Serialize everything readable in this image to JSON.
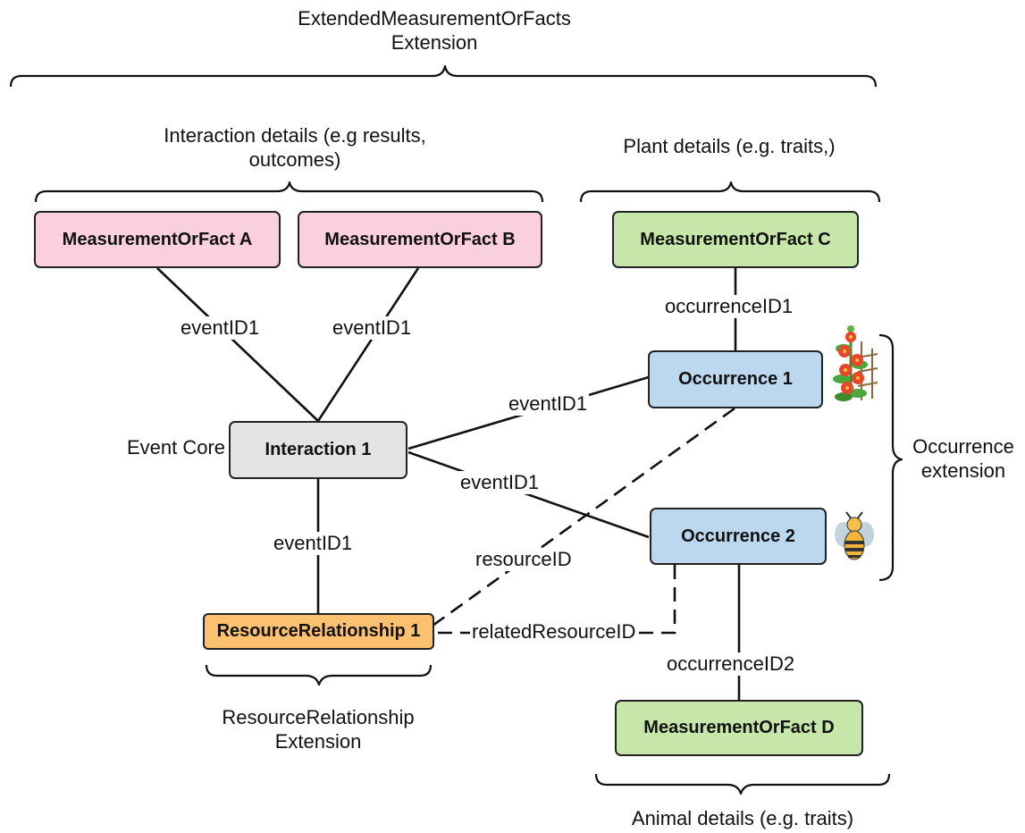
{
  "headings": {
    "emof_line1": "ExtendedMeasurementOrFacts",
    "emof_line2": "Extension",
    "interaction_line1": "Interaction  details (e.g results,",
    "interaction_line2": "outcomes)",
    "plant": "Plant details (e.g. traits,)",
    "event_core": "Event Core",
    "occurrence_line1": "Occurrence",
    "occurrence_line2": "extension",
    "rr_line1": "ResourceRelationship",
    "rr_line2": "Extension",
    "animal": "Animal details (e.g. traits)"
  },
  "boxes": {
    "mof_a": "MeasurementOrFact A",
    "mof_b": "MeasurementOrFact B",
    "mof_c": "MeasurementOrFact C",
    "mof_d": "MeasurementOrFact D",
    "interaction": "Interaction 1",
    "occurrence1": "Occurrence 1",
    "occurrence2": "Occurrence 2",
    "resource_relationship": "ResourceRelationship 1"
  },
  "edges": {
    "a_to_interaction": "eventID1",
    "b_to_interaction": "eventID1",
    "interaction_to_occ1": "eventID1",
    "interaction_to_occ2": "eventID1",
    "interaction_to_rr": "eventID1",
    "c_to_occ1": "occurrenceID1",
    "occ2_to_d": "occurrenceID2",
    "occ1_to_rr": "resourceID",
    "occ2_to_rr": "relatedResourceID"
  },
  "colors": {
    "mof_pink": "#f9d0dc",
    "mof_green": "#c6e7a9",
    "event_gray": "#e3e3e3",
    "occurrence_blue": "#bcd8ef",
    "resource_orange": "#fbc170"
  },
  "icons": [
    "flower-icon",
    "bee-icon"
  ]
}
